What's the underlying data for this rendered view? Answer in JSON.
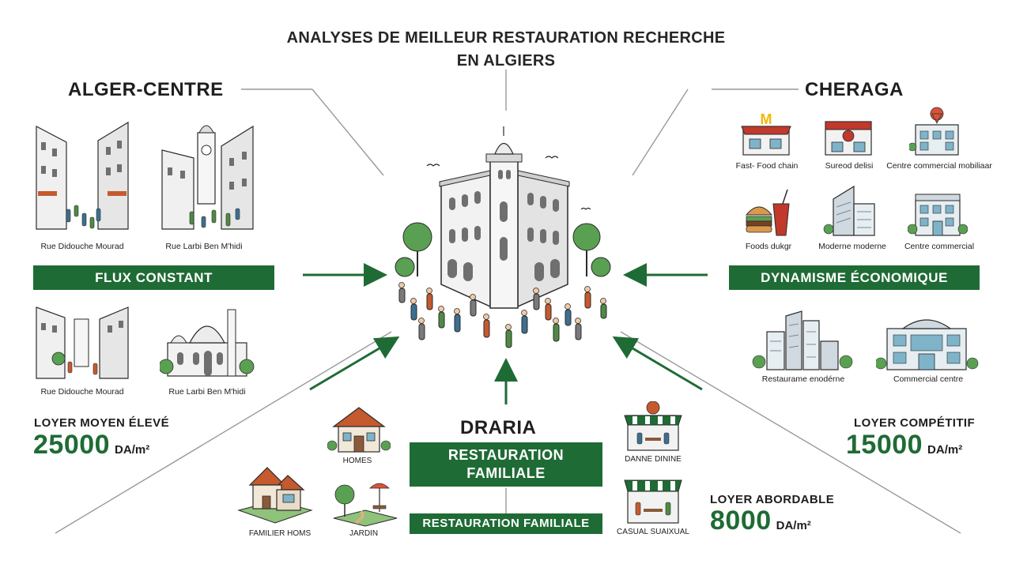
{
  "title_line1": "ANALYSES DE MEILLEUR RESTAURATION RECHERCHE",
  "title_line2": "EN ALGIERS",
  "alger": {
    "name": "ALGER-CENTRE",
    "captions": [
      "Rue Didouche Mourad",
      "Rue Larbi Ben M'hidi",
      "Rue Didouche Mourad",
      "Rue Larbi Ben M'hidi"
    ],
    "banner": "FLUX CONSTANT",
    "rent_label": "LOYER MOYEN ÉLEVÉ",
    "rent_value": "25000",
    "rent_unit": "DA/m²"
  },
  "cheraga": {
    "name": "CHERAGA",
    "captions": [
      "Fast- Food chain",
      "Sureod delisi",
      "Centre commercial mobiliaar",
      "Foods dukgr",
      "Moderne moderne",
      "Centre commercial",
      "Restaurame enodérne",
      "Commercial centre"
    ],
    "banner": "DYNAMISME ÉCONOMIQUE",
    "rent_label": "LOYER COMPÉTITIF",
    "rent_value": "15000",
    "rent_unit": "DA/m²"
  },
  "draria": {
    "name": "DRARIA",
    "banner_main_line1": "RESTAURATION",
    "banner_main_line2": "FAMILIALE",
    "banner_small": "RESTAURATION FAMILIALE",
    "captions": [
      "HOMES",
      "FAMILIER HOMS",
      "JARDIN",
      "DANNE DININE",
      "CASUAL SUAIXUAL"
    ],
    "rent_label": "LOYER ABORDABLE",
    "rent_value": "8000",
    "rent_unit": "DA/m²"
  },
  "colors": {
    "accent": "#1f6b35",
    "line": "#9a9a9a",
    "ink": "#2b2b2b"
  },
  "icons": [
    "street-scene-icon",
    "clock-tower-street-icon",
    "mosque-icon",
    "fast-food-shop-icon",
    "burger-icon",
    "office-tower-icon",
    "mall-icon",
    "house-icon",
    "garden-icon",
    "cafe-awning-icon",
    "central-monument-icon"
  ]
}
